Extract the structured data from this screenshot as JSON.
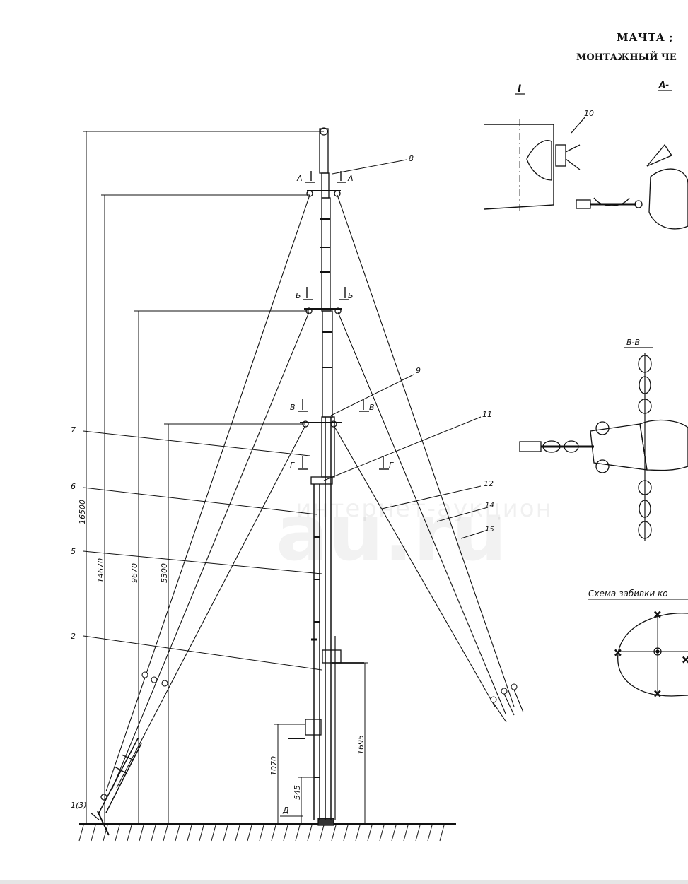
{
  "header": {
    "title": "МАЧТА ;",
    "subtitle": "МОНТАЖНЫЙ ЧЕ"
  },
  "dimensions": [
    "16500",
    "14670",
    "9670",
    "5300",
    "1070",
    "545",
    "1695"
  ],
  "callouts": [
    "8",
    "9",
    "11",
    "7",
    "6",
    "5",
    "2",
    "12",
    "14",
    "15",
    "1(3)",
    "10"
  ],
  "section_marks": {
    "a": "А",
    "b": "Б",
    "v": "В",
    "g": "Г",
    "d": "Д"
  },
  "detail_labels": {
    "view_one": "I",
    "view_a": "А-",
    "section_vv": "В-В",
    "scheme": "Схема забивки ко"
  },
  "watermark": {
    "line1": "интернет-аукцион",
    "big": "au.ru"
  },
  "colors": {
    "ink": "#111111",
    "paper": "#ffffff"
  }
}
